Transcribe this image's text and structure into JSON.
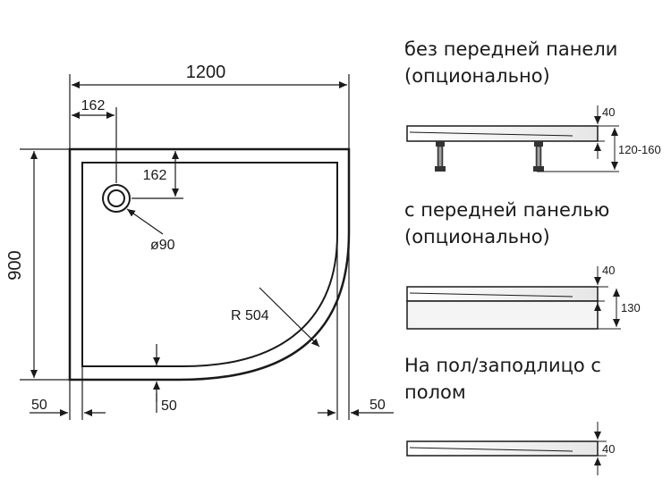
{
  "plan": {
    "width_label": "1200",
    "height_label": "900",
    "drain_offset_x_label": "162",
    "drain_offset_y_label": "162",
    "drain_diameter_label": "ø90",
    "radius_label": "R 504",
    "rim_bottom_label": "50",
    "rim_left_label": "50",
    "rim_right_label": "50"
  },
  "variants": [
    {
      "caption_line1": "без передней панели",
      "caption_line2": "(опционально)",
      "dim_thickness": "40",
      "dim_height": "120-160"
    },
    {
      "caption_line1": "с передней панелью",
      "caption_line2": "(опционально)",
      "dim_thickness": "40",
      "dim_height": "130"
    },
    {
      "caption_line1": "На пол/заподлицо с",
      "caption_line2": "полом",
      "dim_thickness": "40"
    }
  ]
}
